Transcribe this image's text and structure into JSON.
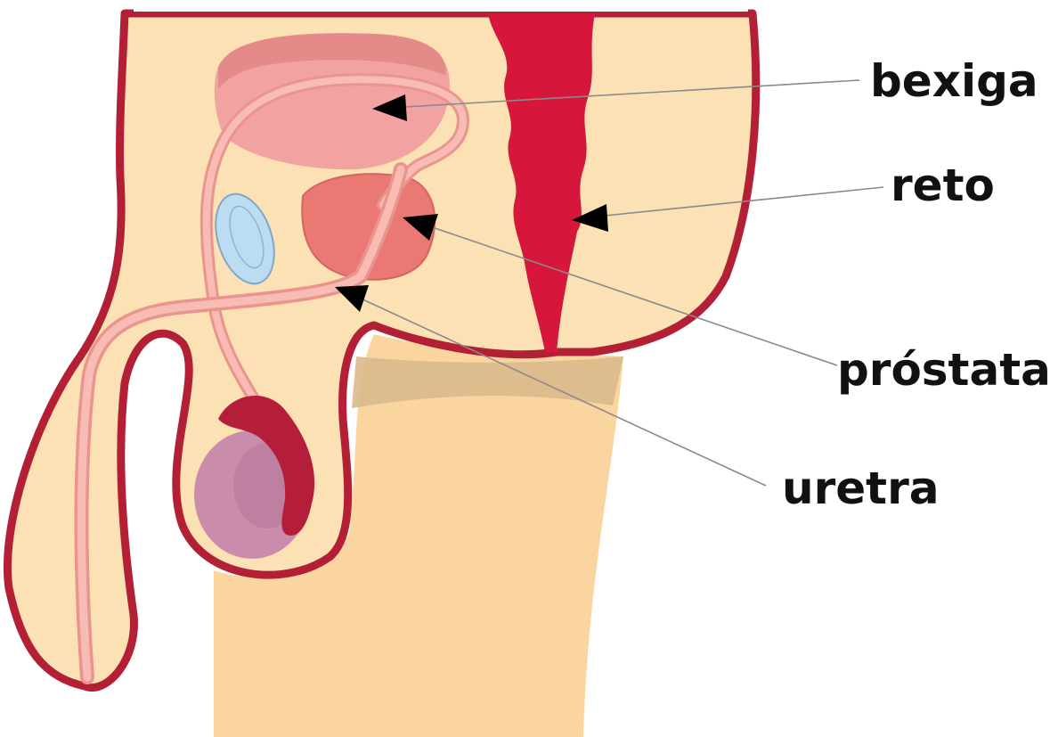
{
  "labels": {
    "bladder": "bexiga",
    "rectum": "reto",
    "prostate": "próstata",
    "urethra": "uretra"
  },
  "colors": {
    "skin": "#fbe1b4",
    "outline": "#b32035",
    "thigh_shadow": "#d9b98c",
    "bladder": "#f2a2a0",
    "bladder_top": "#e48b8a",
    "prostate": "#ea7873",
    "urethra": "#f7a7a0",
    "rectum": "#d6173b",
    "seminal_vesicle": "#bcdcf2",
    "testis": "#c98cab",
    "epididymis": "#b51e3a"
  }
}
